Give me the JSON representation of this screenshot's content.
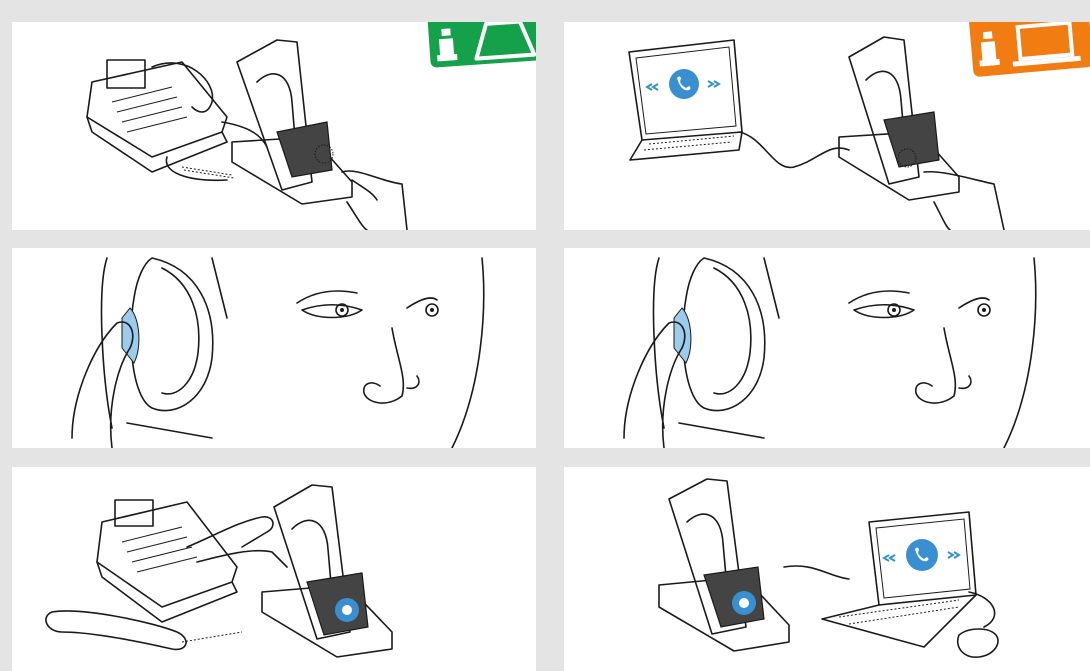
{
  "colors": {
    "background": "#e4e4e4",
    "panel": "#ffffff",
    "desk_phone_badge": "#15a04a",
    "computer_badge": "#f07c12",
    "highlight_blue": "#3a8fd0"
  },
  "icons": {
    "desk_phone_badge": "info-desk-phone-icon",
    "computer_badge": "info-computer-icon"
  },
  "columns": [
    {
      "id": "desk-phone",
      "steps": [
        "place-headset-in-base-and-press-phone-button",
        "press-headset-button",
        "lift-handset-and-dial"
      ]
    },
    {
      "id": "computer",
      "steps": [
        "place-headset-in-base-and-press-pc-button",
        "press-headset-button",
        "call-connected-on-computer"
      ]
    }
  ]
}
